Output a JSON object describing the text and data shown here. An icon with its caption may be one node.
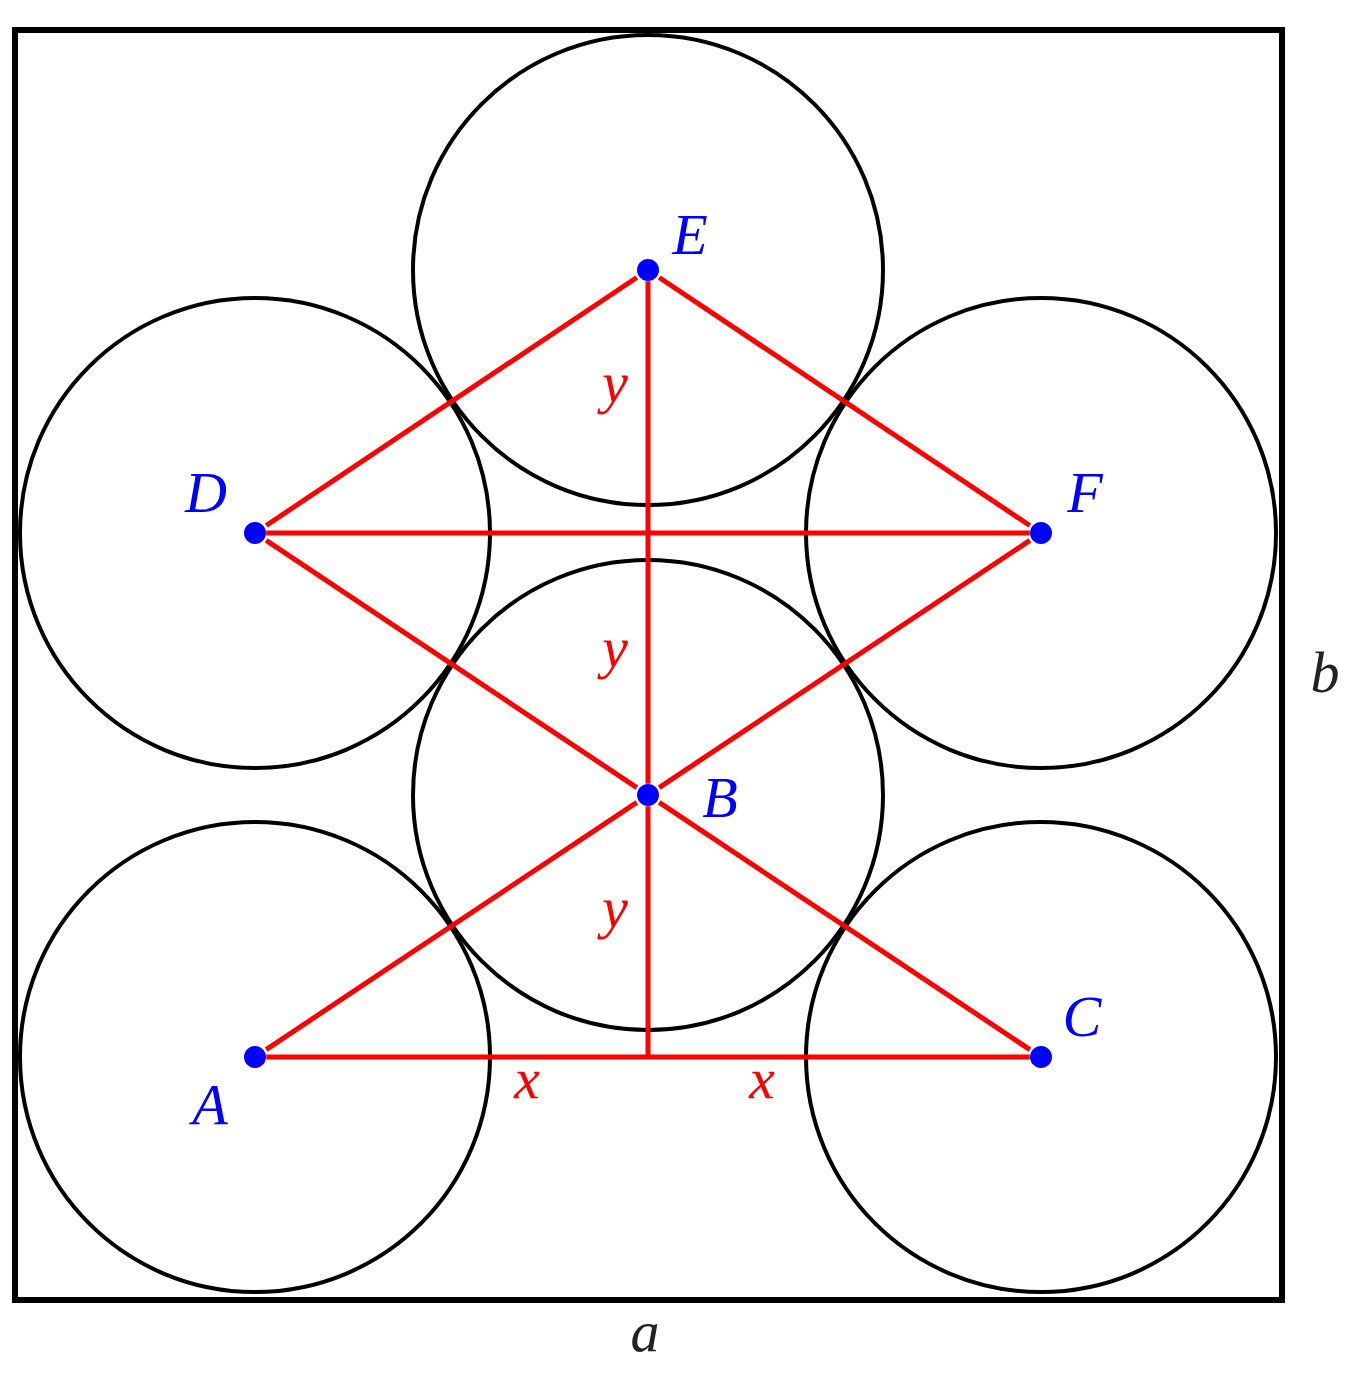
{
  "diagram": {
    "nodes": [
      {
        "text": [
          "E"
        ]
      },
      {
        "text": [
          "D"
        ]
      },
      {
        "text": [
          "F"
        ]
      },
      {
        "text": [
          "B"
        ]
      },
      {
        "text": [
          "A"
        ]
      },
      {
        "text": [
          "C"
        ]
      }
    ],
    "edges": [
      {
        "from": 0,
        "to": 1,
        "arrow": "none"
      },
      {
        "from": 0,
        "to": 2,
        "arrow": "none"
      },
      {
        "from": 0,
        "to": 3,
        "arrow": "none"
      },
      {
        "from": 1,
        "to": 2,
        "arrow": "none"
      },
      {
        "from": 1,
        "to": 3,
        "arrow": "none"
      },
      {
        "from": 3,
        "to": 2,
        "arrow": "none"
      },
      {
        "from": 4,
        "to": 3,
        "arrow": "none"
      },
      {
        "from": 3,
        "to": 5,
        "arrow": "none"
      },
      {
        "from": 4,
        "to": 5,
        "arrow": "none"
      },
      {
        "from": 3,
        "to": null,
        "arrow": "none"
      }
    ],
    "labels": [
      "y",
      "y",
      "b",
      "y",
      "x",
      "x",
      "a"
    ]
  }
}
